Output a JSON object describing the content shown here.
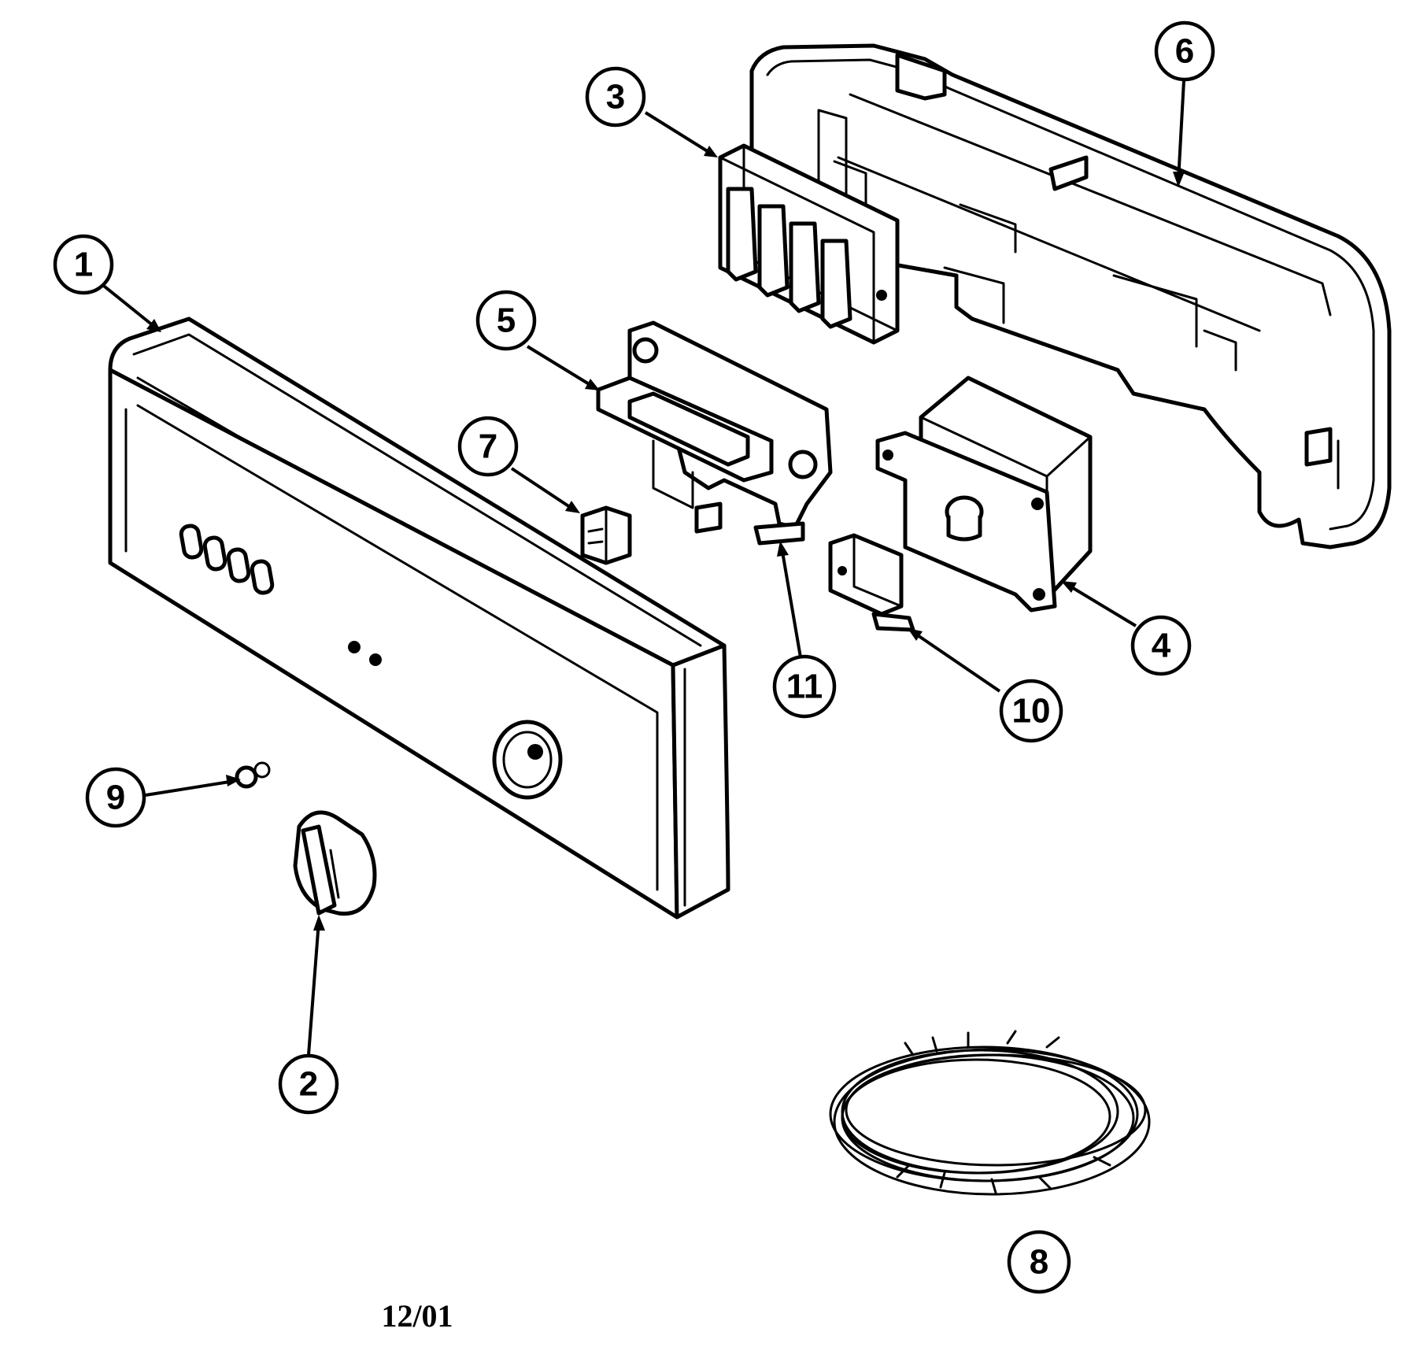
{
  "callouts": [
    {
      "id": "1",
      "label": "1"
    },
    {
      "id": "2",
      "label": "2"
    },
    {
      "id": "3",
      "label": "3"
    },
    {
      "id": "4",
      "label": "4"
    },
    {
      "id": "5",
      "label": "5"
    },
    {
      "id": "6",
      "label": "6"
    },
    {
      "id": "7",
      "label": "7"
    },
    {
      "id": "8",
      "label": "8"
    },
    {
      "id": "9",
      "label": "9"
    },
    {
      "id": "10",
      "label": "10"
    },
    {
      "id": "11",
      "label": "11"
    }
  ],
  "footer": {
    "date_code": "12/01"
  }
}
